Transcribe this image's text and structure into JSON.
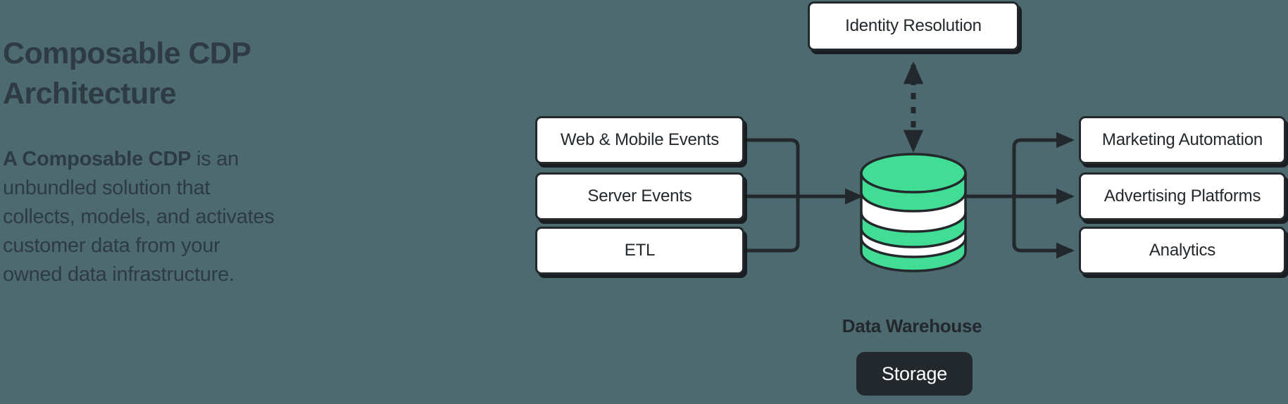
{
  "theme": {
    "background": "#4c6a70",
    "ink": "#23282c",
    "accent_green": "#42dd94",
    "box_fill": "#ffffff",
    "pill_fill": "#23282c",
    "pill_text": "#ffffff"
  },
  "heading": {
    "title": "Composable CDP Architecture"
  },
  "intro": {
    "lead": "A Composable CDP",
    "rest": " is an unbundled solution that collects, models, and activates customer data from your owned data infrastructure."
  },
  "diagram": {
    "type": "flow-diagram",
    "title": "Composable CDP Architecture",
    "sources": [
      {
        "id": "web-mobile-events",
        "label": "Web & Mobile Events"
      },
      {
        "id": "server-events",
        "label": "Server Events"
      },
      {
        "id": "etl",
        "label": "ETL"
      }
    ],
    "center": {
      "id": "data-warehouse",
      "label": "Data Warehouse",
      "icon": "database-cylinder-icon",
      "badge": "Storage"
    },
    "overlay": {
      "id": "identity-resolution",
      "label": "Identity Resolution",
      "connector": "bidirectional-dashed"
    },
    "destinations": [
      {
        "id": "marketing-automation",
        "label": "Marketing Automation"
      },
      {
        "id": "advertising-platforms",
        "label": "Advertising Platforms"
      },
      {
        "id": "analytics",
        "label": "Analytics"
      }
    ],
    "edges": [
      {
        "from": "web-mobile-events",
        "to": "data-warehouse",
        "style": "solid-arrow"
      },
      {
        "from": "server-events",
        "to": "data-warehouse",
        "style": "solid-arrow"
      },
      {
        "from": "etl",
        "to": "data-warehouse",
        "style": "solid-arrow"
      },
      {
        "from": "data-warehouse",
        "to": "marketing-automation",
        "style": "solid-arrow"
      },
      {
        "from": "data-warehouse",
        "to": "advertising-platforms",
        "style": "solid-arrow"
      },
      {
        "from": "data-warehouse",
        "to": "analytics",
        "style": "solid-arrow"
      },
      {
        "from": "identity-resolution",
        "to": "data-warehouse",
        "style": "dashed-double-arrow"
      }
    ]
  }
}
